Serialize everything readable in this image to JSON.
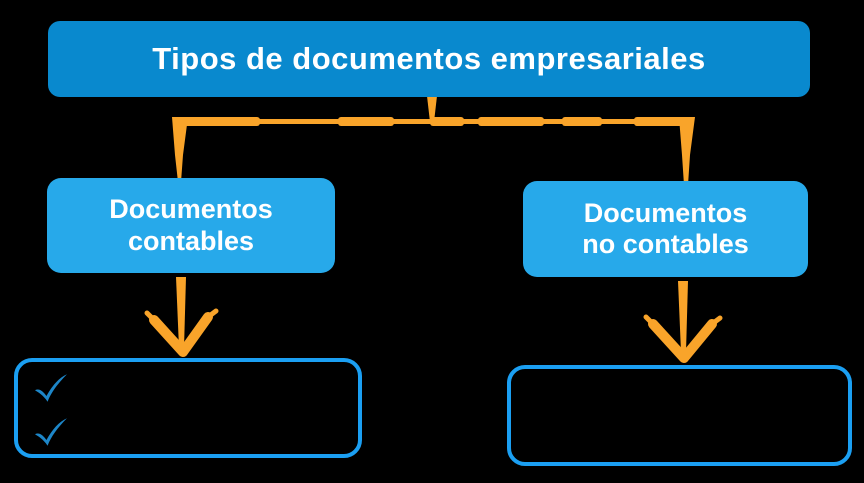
{
  "colors": {
    "background": "#000000",
    "title_blue": "#0989ce",
    "branch_blue": "#27a9ea",
    "outline_blue": "#1b9ff2",
    "check_blue": "#1d86c8",
    "accent_orange": "#f9a42a"
  },
  "diagram": {
    "title": "Tipos de documentos empresariales",
    "branches": [
      {
        "line1": "Documentos",
        "line2": "contables"
      },
      {
        "line1": "Documentos",
        "line2": "no contables"
      }
    ],
    "detail_boxes": [
      {
        "check_count": 2
      },
      {
        "check_count": 0
      }
    ],
    "icons": {
      "check": "✓",
      "arrow_down": "↓"
    }
  }
}
